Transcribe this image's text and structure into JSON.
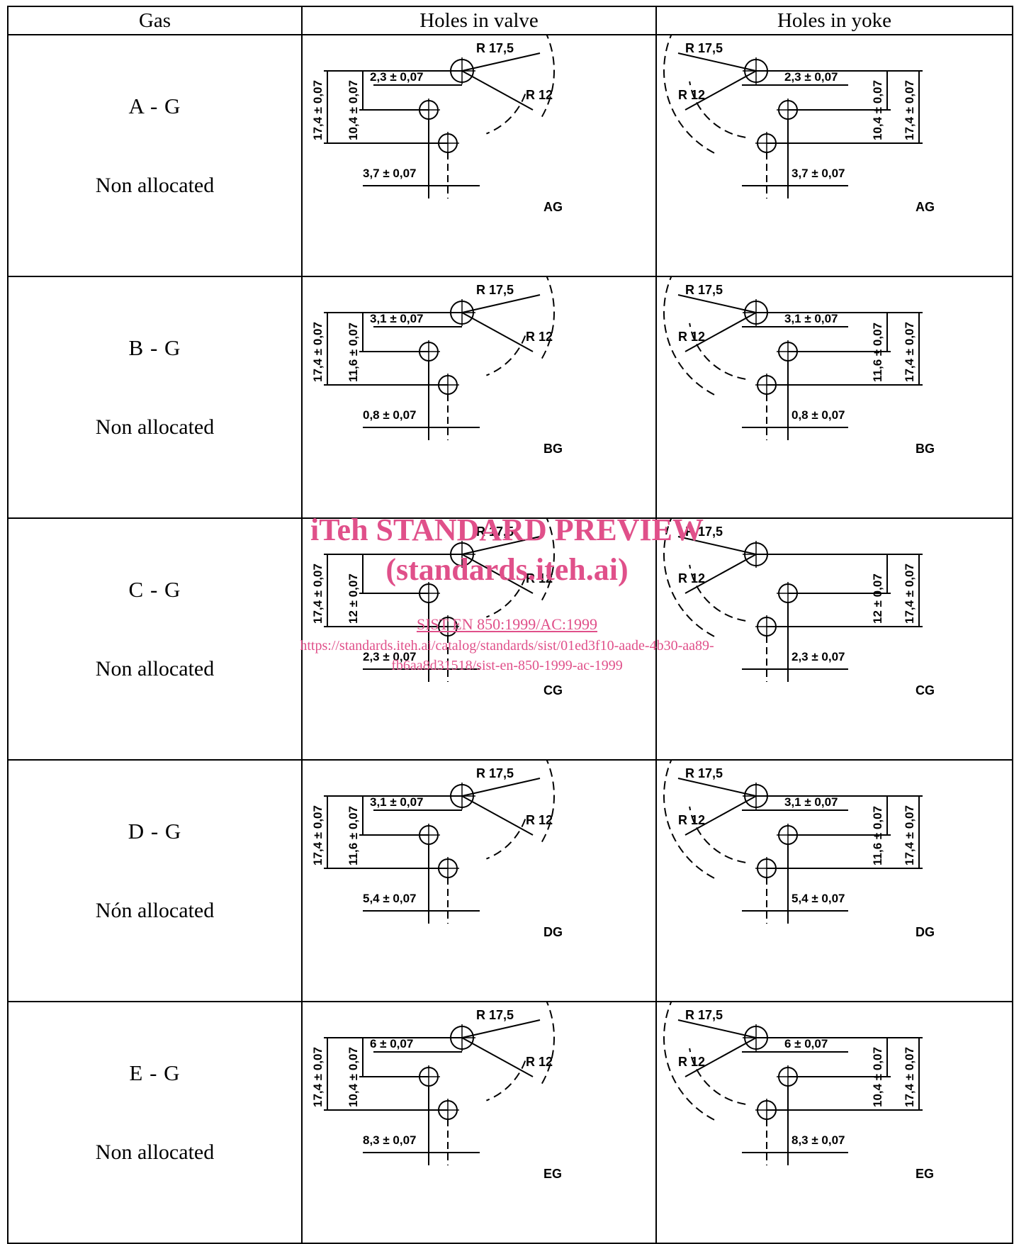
{
  "header": {
    "gas": "Gas",
    "valve": "Holes in valve",
    "yoke": "Holes in yoke"
  },
  "rows": [
    {
      "gas": "A - G",
      "alloc": "Non allocated",
      "valve": {
        "r_large": "R 17,5",
        "r_small": "R 12",
        "total": "17,4 ± 0,07",
        "mid": "10,4 ± 0,07",
        "top": "2,3 ± 0,07",
        "bottom": "3,7 ± 0,07",
        "code": "AG"
      },
      "yoke": {
        "r_large": "R 17,5",
        "r_small": "R 12",
        "total": "17,4 ± 0,07",
        "mid": "10,4 ± 0,07",
        "top": "2,3 ± 0,07",
        "bottom": "3,7 ± 0,07",
        "code": "AG"
      }
    },
    {
      "gas": "B - G",
      "alloc": "Non allocated",
      "valve": {
        "r_large": "R 17,5",
        "r_small": "R 12",
        "total": "17,4 ± 0,07",
        "mid": "11,6 ± 0,07",
        "top": "3,1 ± 0,07",
        "bottom": "0,8 ± 0,07",
        "code": "BG"
      },
      "yoke": {
        "r_large": "R 17,5",
        "r_small": "R 12",
        "total": "17,4 ± 0,07",
        "mid": "11,6 ± 0,07",
        "top": "3,1 ± 0,07",
        "bottom": "0,8 ± 0,07",
        "code": "BG"
      }
    },
    {
      "gas": "C - G",
      "alloc": "Non allocated",
      "valve": {
        "r_large": "R 17,5",
        "r_small": "R 12",
        "total": "17,4 ± 0,07",
        "mid": "12 ± 0,07",
        "top": "",
        "bottom": "2,3 ± 0,07",
        "code": "CG"
      },
      "yoke": {
        "r_large": "R 17,5",
        "r_small": "R 12",
        "total": "17,4 ± 0,07",
        "mid": "12 ± 0,07",
        "top": "",
        "bottom": "2,3 ± 0,07",
        "code": "CG"
      }
    },
    {
      "gas": "D - G",
      "alloc": "Nón allocated",
      "valve": {
        "r_large": "R 17,5",
        "r_small": "R 12",
        "total": "17,4 ± 0,07",
        "mid": "11,6 ± 0,07",
        "top": "3,1 ± 0,07",
        "bottom": "5,4 ± 0,07",
        "code": "DG"
      },
      "yoke": {
        "r_large": "R 17,5",
        "r_small": "R 12",
        "total": "17,4 ± 0,07",
        "mid": "11,6 ± 0,07",
        "top": "3,1 ± 0,07",
        "bottom": "5,4 ± 0,07",
        "code": "DG"
      }
    },
    {
      "gas": "E - G",
      "alloc": "Non allocated",
      "valve": {
        "r_large": "R 17,5",
        "r_small": "R 12",
        "total": "17,4 ± 0,07",
        "mid": "10,4 ± 0,07",
        "top": "6 ± 0,07",
        "bottom": "8,3 ± 0,07",
        "code": "EG"
      },
      "yoke": {
        "r_large": "R 17,5",
        "r_small": "R 12",
        "total": "17,4 ± 0,07",
        "mid": "10,4 ± 0,07",
        "top": "6 ± 0,07",
        "bottom": "8,3 ± 0,07",
        "code": "EG"
      }
    }
  ],
  "watermark": {
    "line1": "iTeh STANDARD PREVIEW",
    "line2": "(standards.iteh.ai)",
    "line3": "SIST EN 850:1999/AC:1999",
    "line4": "https://standards.iteh.ai/catalog/standards/sist/01ed3f10-aade-4b30-aa89-",
    "line5": "fb6aa8d31518/sist-en-850-1999-ac-1999"
  }
}
